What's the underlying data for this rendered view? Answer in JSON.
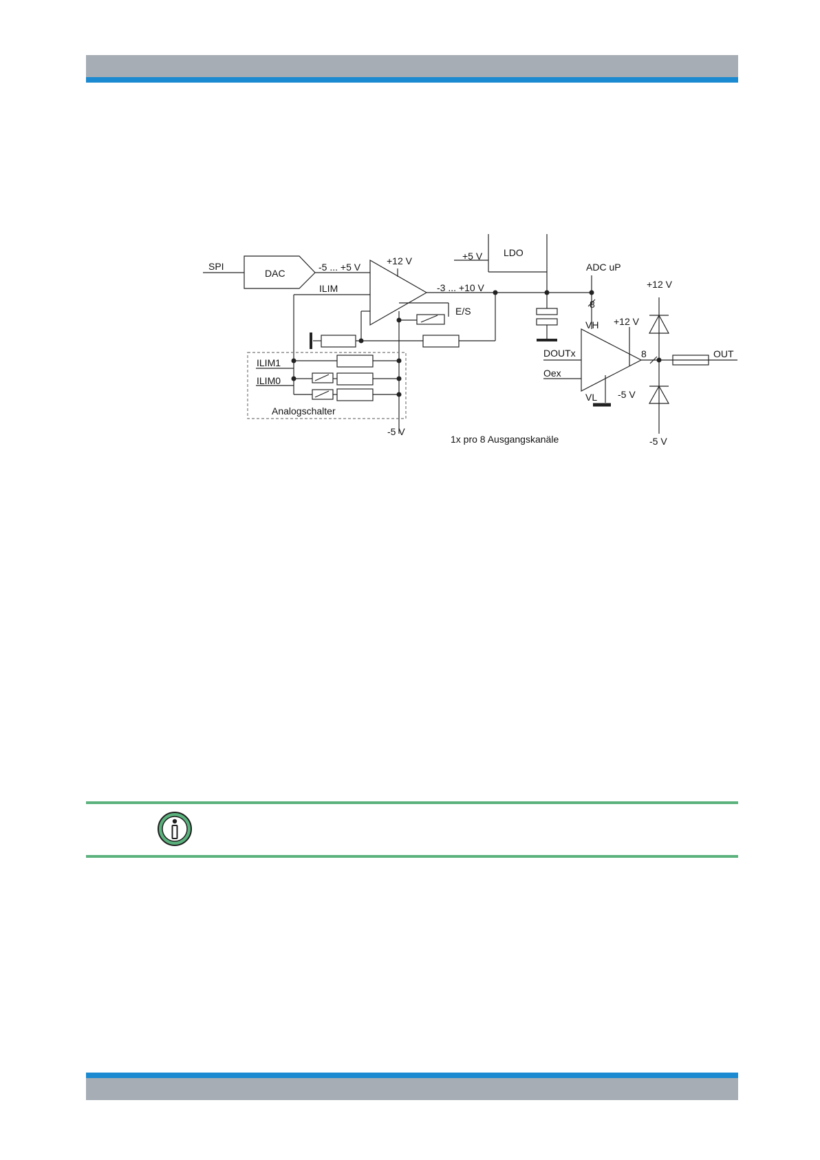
{
  "diagram": {
    "labels": {
      "spi": "SPI",
      "dac": "DAC",
      "dac_out": "-5 ... +5 V",
      "ilim": "ILIM",
      "amp_supply": "+12 V",
      "amp_out": "-3 ... +10 V",
      "es": "E/S",
      "ldo_in": "+5 V",
      "ldo": "LDO",
      "adc": "ADC uP",
      "bus_adc": "8",
      "vh": "VH",
      "drv_supply": "+12 V",
      "doutx": "DOUTx",
      "oex": "Oex",
      "vl": "VL",
      "drv_neg": "-5 V",
      "bus_out": "8",
      "clamp_pos": "+12 V",
      "clamp_neg": "-5 V",
      "out": "OUT",
      "ilim1": "ILIM1",
      "ilim0": "ILIM0",
      "analog_switch": "Analogschalter",
      "neg5": "-5 V",
      "caption": "1x pro 8 Ausgangskanäle"
    }
  },
  "colors": {
    "header_gray": "#a6adb4",
    "header_blue": "#1c8ad0",
    "note_green": "#5bb27d"
  },
  "note": {
    "icon": "info-icon"
  }
}
